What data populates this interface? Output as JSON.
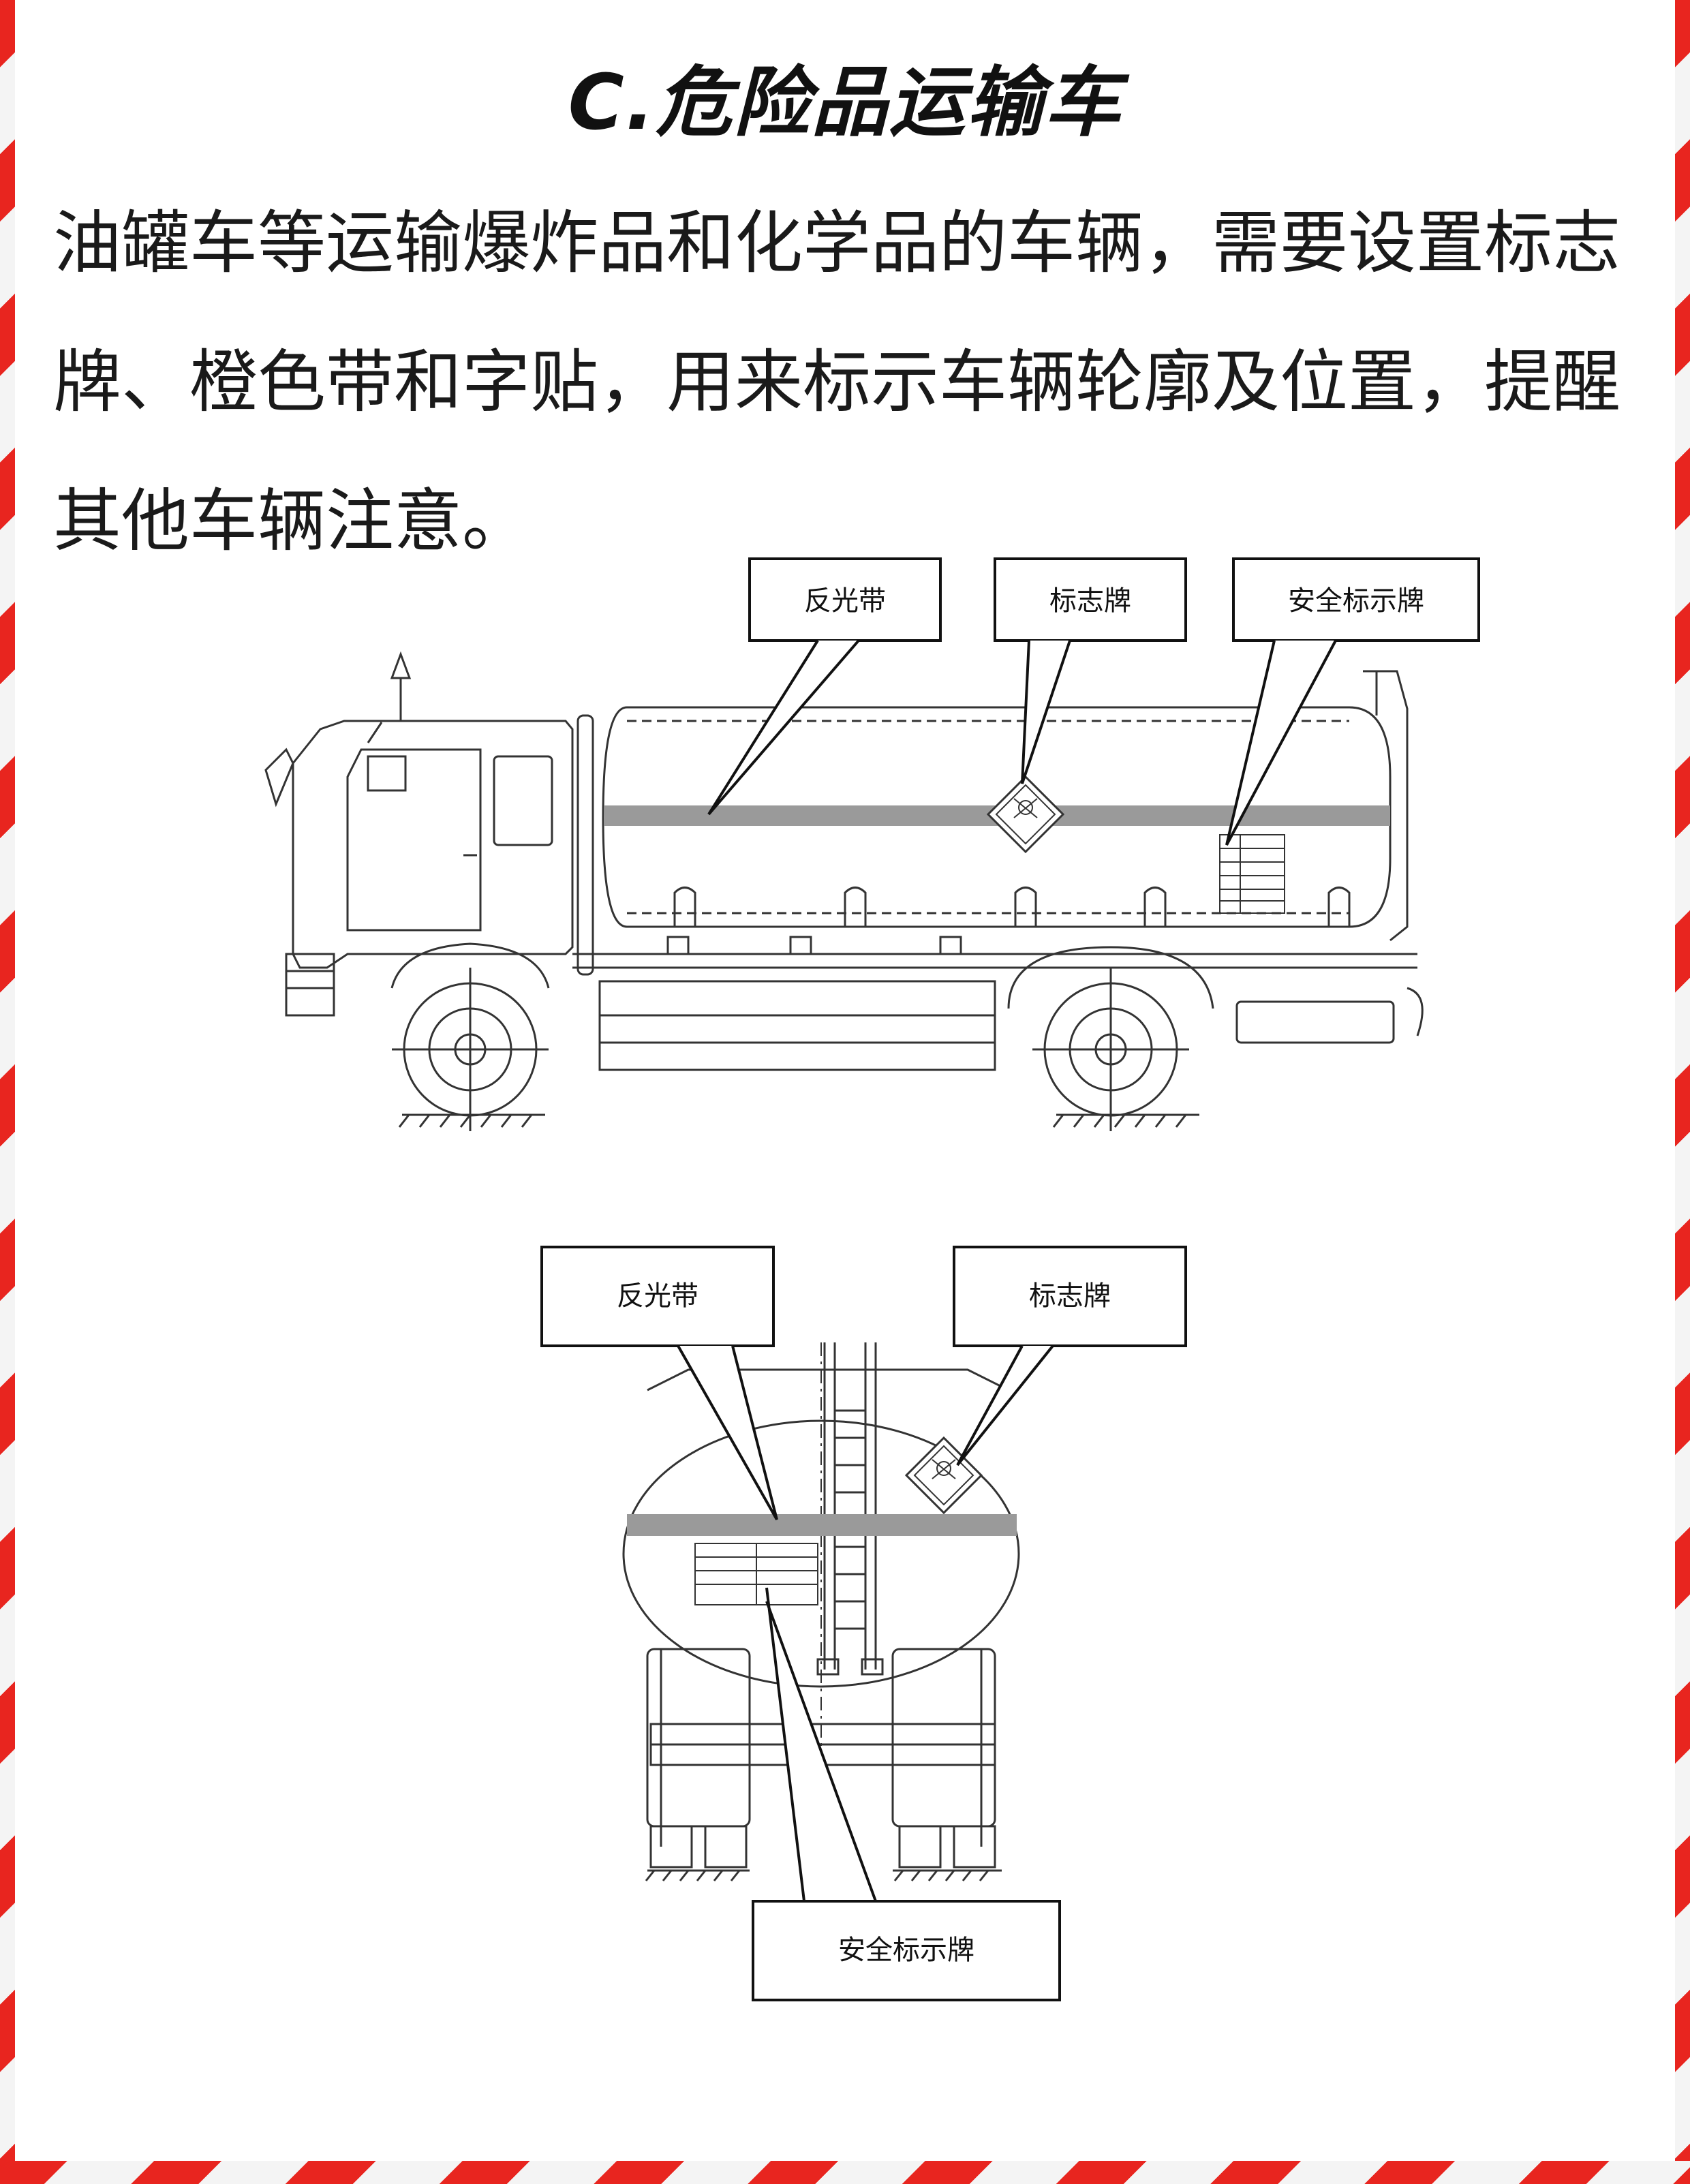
{
  "title": "C.危险品运输车",
  "description": "油罐车等运输爆炸品和化学品的车辆，需要设置标志牌、橙色带和字贴，用来标示车辆轮廓及位置，提醒其他车辆注意。",
  "side_view": {
    "labels": {
      "reflective_strip": "反光带",
      "sign_board": "标志牌",
      "safety_placard": "安全标示牌"
    }
  },
  "rear_view": {
    "labels": {
      "reflective_strip": "反光带",
      "sign_board": "标志牌",
      "safety_placard": "安全标示牌"
    }
  },
  "colors": {
    "stripe": "#9a9a9a",
    "accent_red": "#e8251f",
    "line": "#333333"
  }
}
